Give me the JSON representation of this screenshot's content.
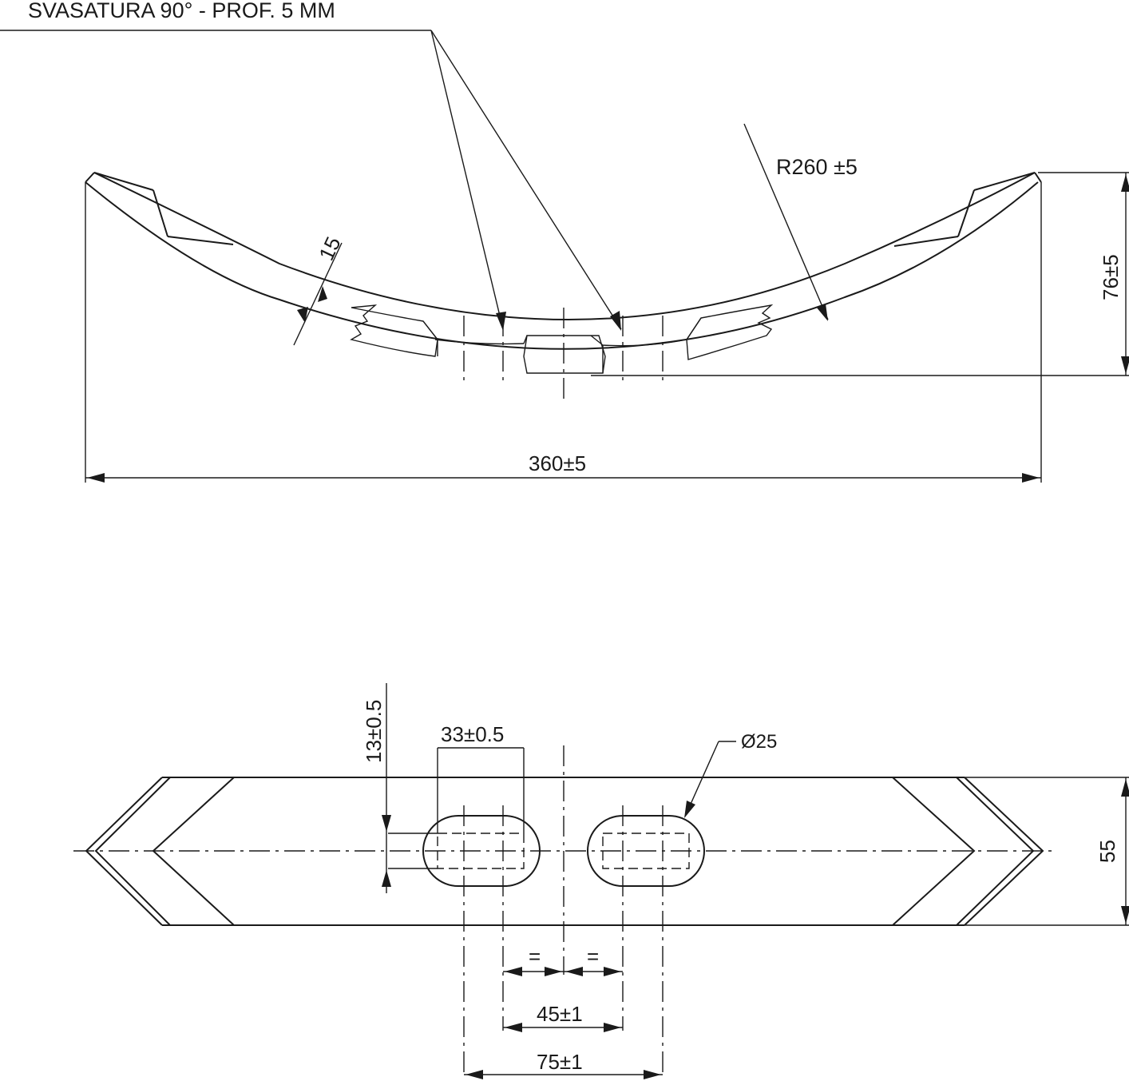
{
  "drawing": {
    "note_countersink": "SVASATURA 90° - PROF. 5 MM",
    "dim_radius": "R260 ±5",
    "dim_height": "76±5",
    "dim_thickness": "15",
    "dim_length": "360±5",
    "dim_slot_offset": "13±0.5",
    "dim_slot_length": "33±0.5",
    "dim_hole_diameter": "Ø25",
    "dim_width": "55",
    "equal_left": "=",
    "equal_right": "=",
    "dim_inner_spacing": "45±1",
    "dim_outer_spacing": "75±1"
  }
}
